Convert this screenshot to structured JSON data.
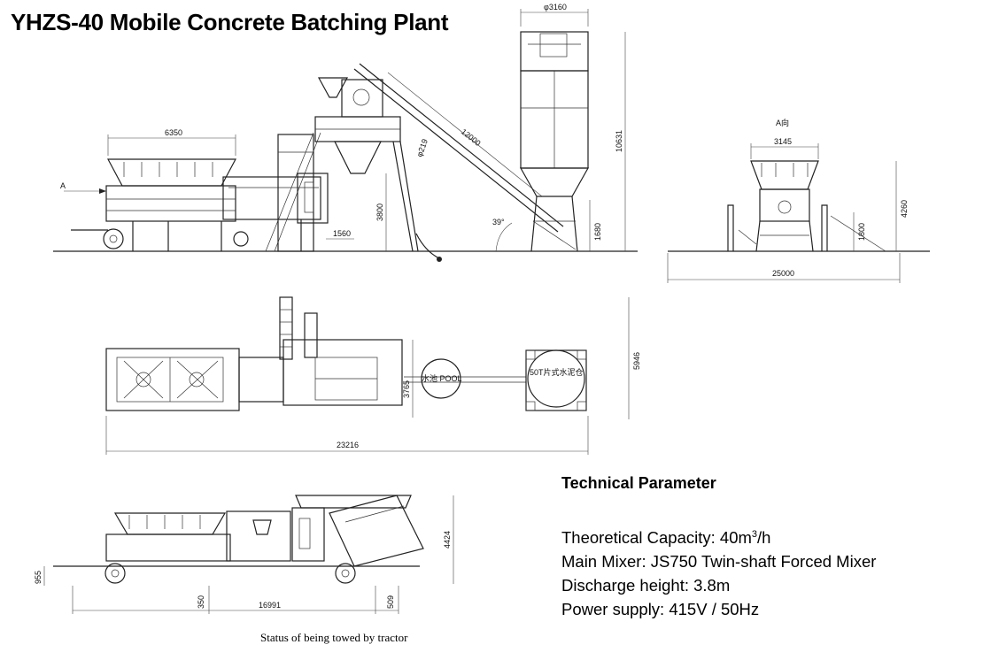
{
  "title": "YHZS-40 Mobile Concrete Batching Plant",
  "technical": {
    "heading": "Technical Parameter",
    "params": [
      {
        "label": "Theoretical Capacity:",
        "value_main": "40m",
        "value_sup": "3",
        "value_tail": "/h"
      },
      {
        "label": "Main Mixer:",
        "value_main": "JS750 Twin-shaft Forced Mixer",
        "value_sup": "",
        "value_tail": ""
      },
      {
        "label": "Discharge height:",
        "value_main": "3.8m",
        "value_sup": "",
        "value_tail": ""
      },
      {
        "label": "Power supply:",
        "value_main": "415V / 50Hz",
        "value_sup": "",
        "value_tail": ""
      }
    ]
  },
  "caption": "Status of being towed by tractor",
  "dimensions": {
    "side_hopper_width": "6350",
    "silo_diameter": "φ3160",
    "conveyor_length": "12000",
    "pipe_diameter": "φ219",
    "silo_height": "10631",
    "discharge_height": "3800",
    "offset": "1560",
    "angle": "39°",
    "silo_leg_height": "1680",
    "a_arrow": "A",
    "a_view": "A向",
    "end_width": "3145",
    "end_height": "4260",
    "end_leg_height": "1800",
    "total_width": "25000",
    "plan_total_length": "23216",
    "plan_height": "5946",
    "plan_inner_height": "3765",
    "pool_label": "水池 POOL",
    "silo_plan_label": "50T片式水泥仓",
    "tow_height": "4424",
    "tow_hitch_height": "955",
    "tow_front": "350",
    "tow_length": "16991",
    "tow_rear": "509"
  }
}
